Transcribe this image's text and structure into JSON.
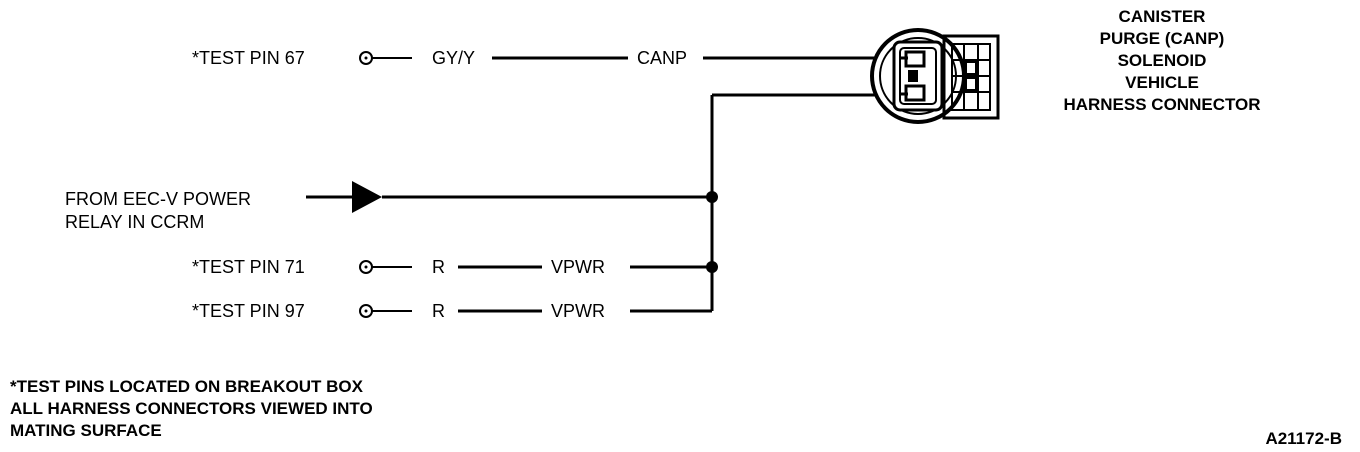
{
  "test_pins": [
    {
      "label": "*TEST PIN 67",
      "color": "GY/Y",
      "circuit": "CANP"
    },
    {
      "label": "*TEST PIN 71",
      "color": "R",
      "circuit": "VPWR"
    },
    {
      "label": "*TEST PIN 97",
      "color": "R",
      "circuit": "VPWR"
    }
  ],
  "power_source": {
    "line1": "FROM EEC-V POWER",
    "line2": "RELAY IN CCRM"
  },
  "connector": {
    "line1": "CANISTER",
    "line2": "PURGE (CANP)",
    "line3": "SOLENOID",
    "line4": "VEHICLE",
    "line5": "HARNESS CONNECTOR"
  },
  "notes": {
    "line1": "*TEST PINS LOCATED ON BREAKOUT BOX",
    "line2": "ALL HARNESS CONNECTORS VIEWED INTO",
    "line3": "MATING SURFACE"
  },
  "figure_id": "A21172-B"
}
